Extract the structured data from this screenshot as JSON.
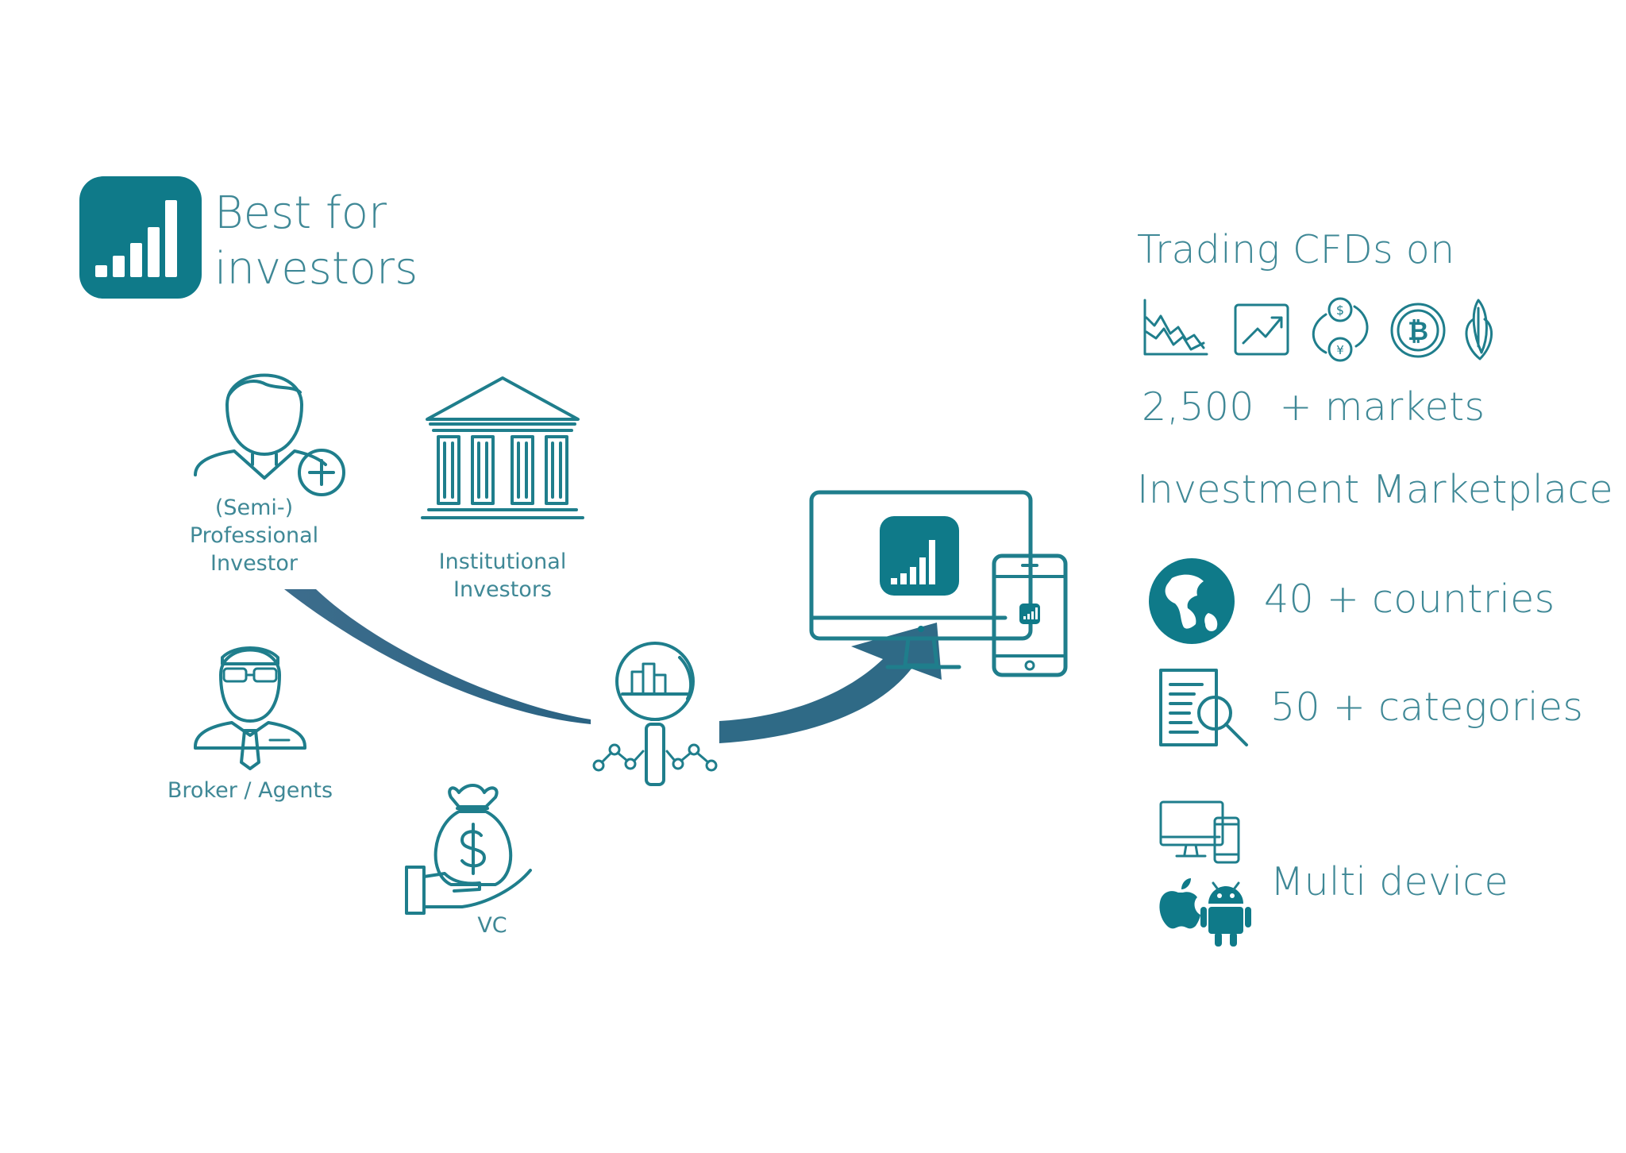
{
  "brand": {
    "title_line1": "Best for",
    "title_line2": "investors",
    "color": "#0f7a89"
  },
  "investors": [
    {
      "id": "professional",
      "label_lines": [
        "(Semi-)",
        "Professional",
        "Investor"
      ],
      "icon": "professional-investor-icon"
    },
    {
      "id": "institutional",
      "label_lines": [
        "Institutional",
        "Investors"
      ],
      "icon": "bank-building-icon"
    },
    {
      "id": "broker",
      "label_lines": [
        "Broker / Agents"
      ],
      "icon": "broker-agent-icon"
    },
    {
      "id": "vc",
      "label_lines": [
        "VC"
      ],
      "icon": "money-bag-hand-icon"
    }
  ],
  "features": {
    "trading_heading": "Trading CFDs on",
    "market_icons": [
      "stock-chart-icon",
      "trend-up-icon",
      "currency-exchange-icon",
      "bitcoin-icon",
      "commodity-corn-icon"
    ],
    "markets": "2,500  + markets",
    "marketplace_heading": "Investment Marketplace",
    "countries": "40 + countries",
    "categories": "50 + categories",
    "multi_device": "Multi device"
  },
  "colors": {
    "teal": "#0f7a89",
    "text": "#3f8896",
    "arrow": "#2f6a86"
  }
}
